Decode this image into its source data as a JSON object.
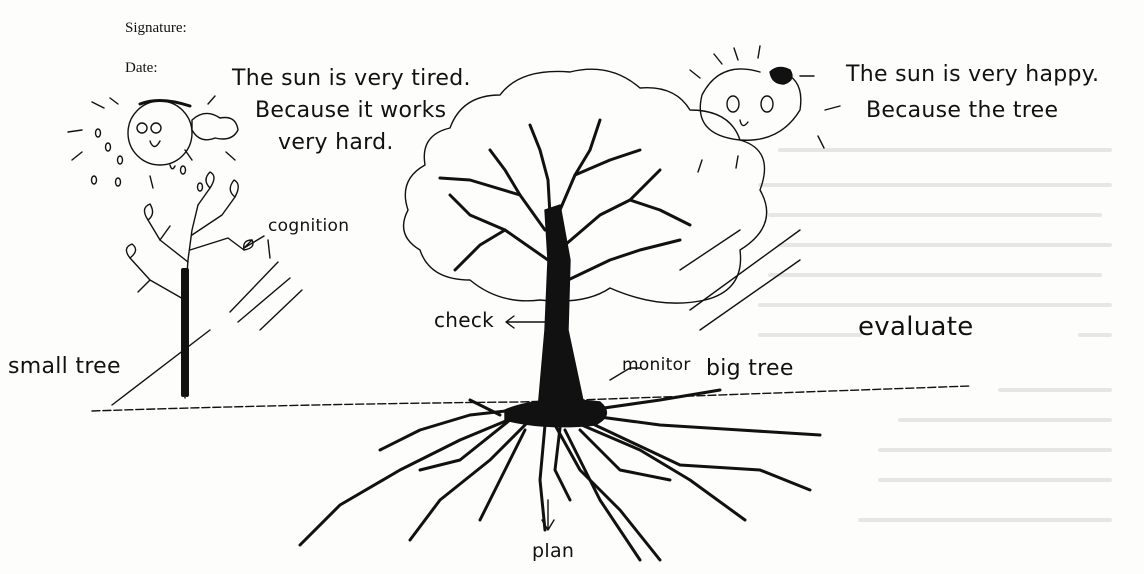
{
  "form": {
    "signature_label": "Signature:",
    "date_label": "Date:"
  },
  "sad_sun": {
    "line1": "The sun is very tired.",
    "line2": "Because it works",
    "line3": "very hard."
  },
  "happy_sun": {
    "line1": "The sun is very happy.",
    "line2": "Because the tree"
  },
  "labels": {
    "cognition": "cognition",
    "small_tree": "small tree",
    "check": "check",
    "monitor": "monitor",
    "big_tree": "big tree",
    "evaluate": "evaluate",
    "plan": "plan"
  }
}
